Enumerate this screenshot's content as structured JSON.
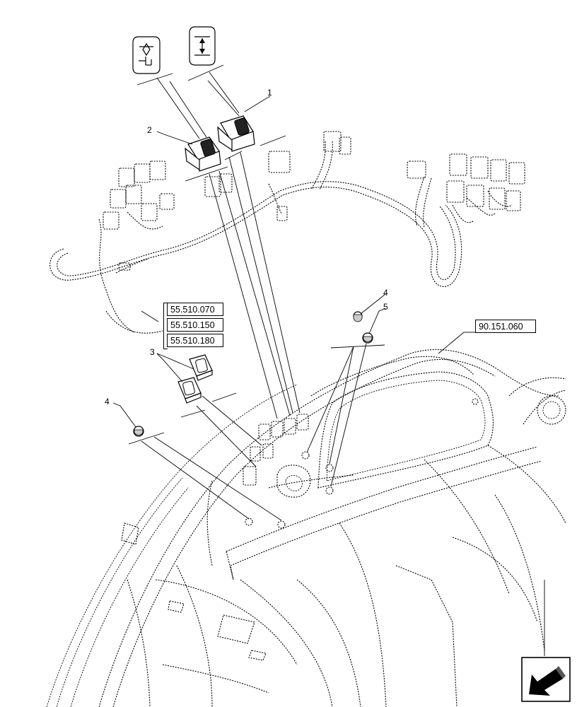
{
  "callouts": {
    "c1": "1",
    "c2": "2",
    "c3": "3",
    "c4a": "4",
    "c4b": "4",
    "c5": "5"
  },
  "references": {
    "ref_a": "55.510.070",
    "ref_b": "55.510.150",
    "ref_c": "55.510.180",
    "ref_d": "90.151.060"
  },
  "icons": {
    "switch_symbol_left": "hydraulic-valve-symbol-icon",
    "switch_symbol_right": "up-down-arrows-symbol-icon",
    "navigation": "arrow-lower-left-icon"
  }
}
